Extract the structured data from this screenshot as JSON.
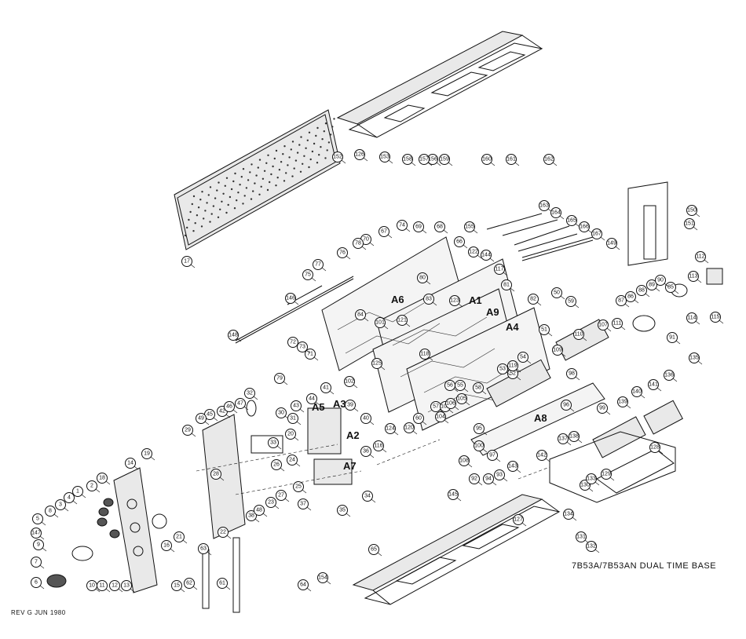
{
  "title": "7B53A/7B53AN DUAL TIME BASE",
  "revision": "REV G JUN 1980",
  "assemblies": [
    "A6",
    "A1",
    "A9",
    "A4",
    "A3",
    "A5",
    "A2",
    "A7",
    "A8"
  ],
  "callouts": [
    "1",
    "2",
    "3",
    "4",
    "5",
    "6",
    "7",
    "8",
    "9",
    "10",
    "11",
    "12",
    "13",
    "14",
    "15",
    "16",
    "17",
    "18",
    "19",
    "20",
    "21",
    "22",
    "23",
    "24",
    "25",
    "26",
    "27",
    "28",
    "29",
    "30",
    "31",
    "32",
    "33",
    "34",
    "35",
    "36",
    "37",
    "38",
    "39",
    "40",
    "41",
    "42",
    "43",
    "44",
    "45",
    "46",
    "47",
    "48",
    "49",
    "50",
    "51",
    "52",
    "53",
    "54",
    "55",
    "56",
    "57",
    "58",
    "59",
    "60",
    "61",
    "62",
    "63",
    "64",
    "65",
    "66",
    "67",
    "68",
    "69",
    "70",
    "71",
    "72",
    "73",
    "74",
    "75",
    "76",
    "77",
    "78",
    "79",
    "80",
    "81",
    "82",
    "83",
    "84",
    "85",
    "86",
    "87",
    "88",
    "89",
    "90",
    "91",
    "92",
    "93",
    "94",
    "95",
    "96",
    "97",
    "98",
    "99",
    "100",
    "101",
    "102",
    "103",
    "104",
    "105",
    "106",
    "107",
    "108",
    "109",
    "110",
    "111",
    "112",
    "113",
    "114",
    "115",
    "116",
    "117",
    "118",
    "119",
    "120",
    "121",
    "122",
    "123",
    "124",
    "125",
    "126",
    "127",
    "128",
    "129",
    "130",
    "131",
    "132",
    "133",
    "134",
    "135",
    "136",
    "137",
    "138",
    "139",
    "140",
    "141",
    "142",
    "143",
    "144",
    "145",
    "146",
    "147",
    "148",
    "149",
    "150",
    "151",
    "152",
    "153",
    "154",
    "155",
    "156",
    "157",
    "158",
    "159",
    "160",
    "161",
    "162",
    "163",
    "164",
    "165",
    "166",
    "167"
  ]
}
